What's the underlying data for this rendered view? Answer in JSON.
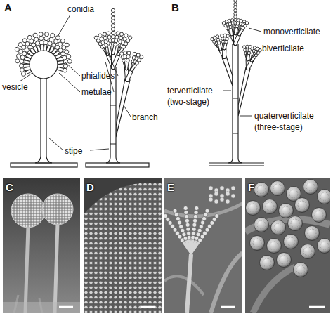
{
  "diagram": {
    "labels": [
      "A",
      "conidia",
      "vesicle",
      "phialides",
      "metulae",
      "branch",
      "stipe",
      "B",
      "monoverticilate",
      "biverticilate",
      "terverticilate",
      "(two-stage)",
      "quaterverticilate",
      "(three-stage)",
      "C",
      "D",
      "E",
      "F"
    ]
  }
}
